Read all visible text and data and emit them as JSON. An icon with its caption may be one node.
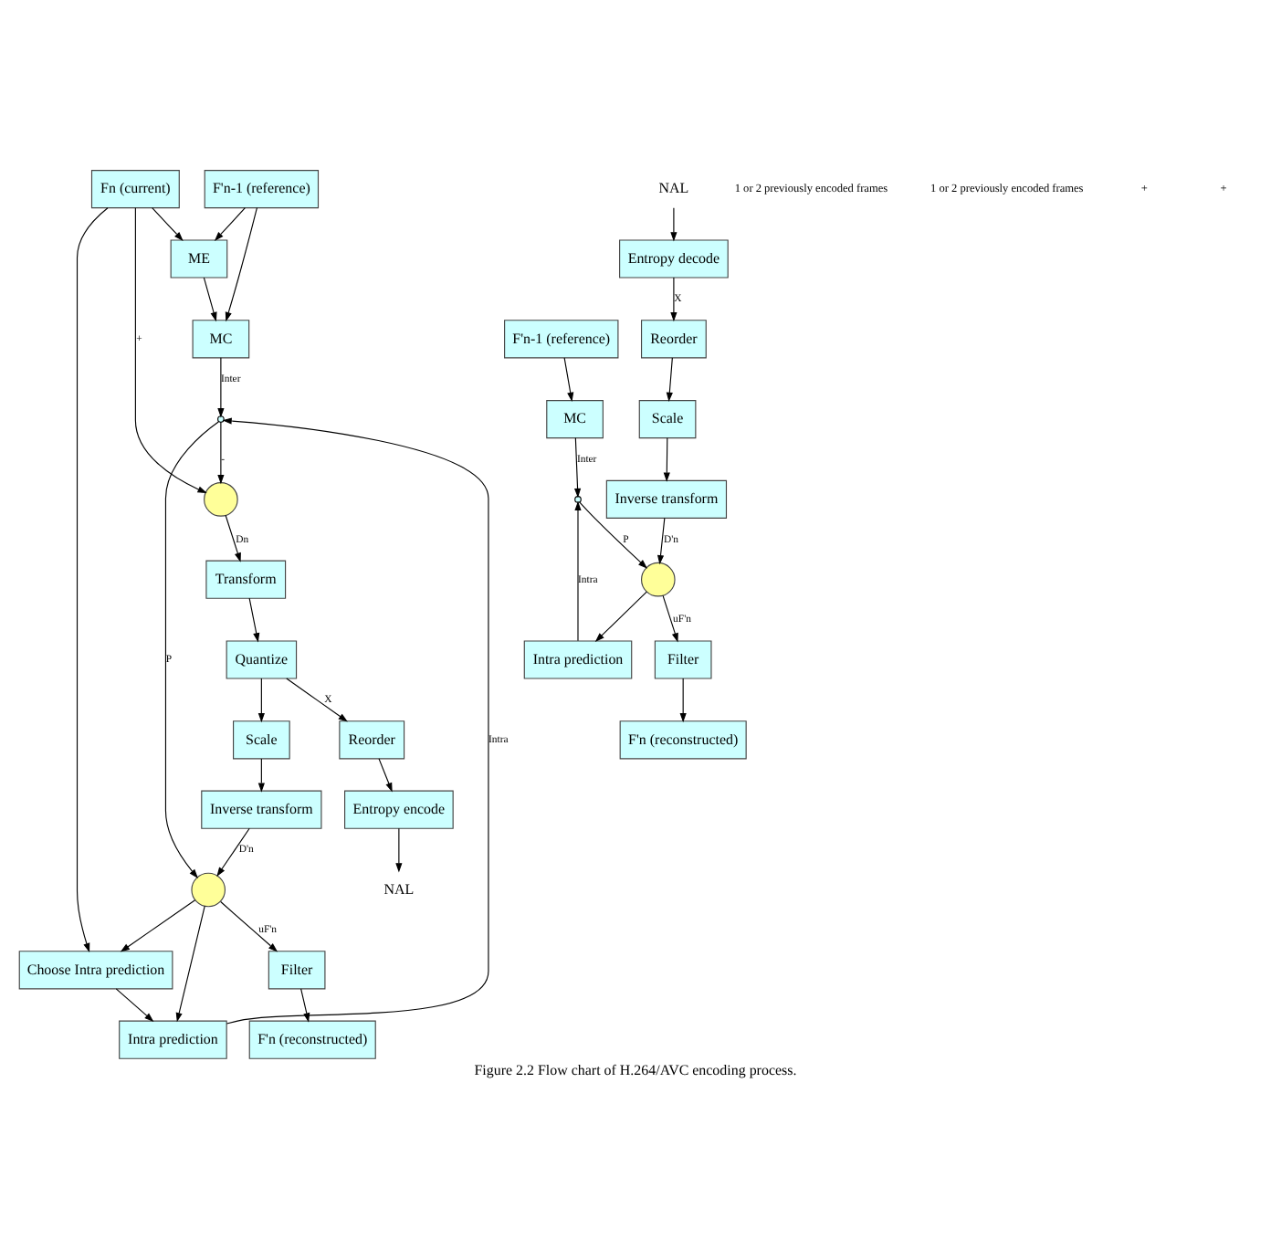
{
  "diagram": {
    "caption": "Figure 2.2 Flow chart of H.264/AVC encoding process.",
    "nodes": [
      {
        "text": [
          "Fn (current)"
        ]
      },
      {
        "text": [
          "ME"
        ]
      },
      {
        "text": [
          "F'n-1 (reference)"
        ]
      },
      {
        "text": [
          "MC"
        ]
      },
      {
        "text": [
          "Choose Intra prediction"
        ]
      },
      {
        "text": [
          "Intra prediction"
        ]
      },
      {
        "text": [],
        "shape": "circle"
      },
      {
        "text": [
          "Transform"
        ]
      },
      {
        "text": [
          "Quantize"
        ]
      },
      {
        "text": [
          "Reorder"
        ]
      },
      {
        "text": [
          "Entropy encode"
        ]
      },
      {
        "text": [
          "NAL"
        ]
      },
      {
        "text": [
          "F'n (reconstructed)"
        ]
      },
      {
        "text": [
          "Filter"
        ]
      },
      {
        "text": [],
        "shape": "circle"
      },
      {
        "text": [
          "Inverse transform"
        ]
      },
      {
        "text": [
          "Scale"
        ]
      },
      {
        "text": [],
        "shape": "switch"
      },
      {
        "text": [
          "F'n-1 (reference)"
        ]
      },
      {
        "text": [
          "MC"
        ]
      },
      {
        "text": [
          "Intra prediction"
        ]
      },
      {
        "text": [
          "NAL"
        ]
      },
      {
        "text": [
          "Entropy decode"
        ]
      },
      {
        "text": [],
        "shape": "switch"
      },
      {
        "text": [
          "F'n (reconstructed)"
        ]
      },
      {
        "text": [
          "Filter"
        ]
      },
      {
        "text": [],
        "shape": "circle"
      },
      {
        "text": [
          "Inverse transform"
        ]
      },
      {
        "text": [
          "Scale"
        ]
      },
      {
        "text": [
          "Reorder"
        ]
      }
    ],
    "edges": [
      {
        "from": 0,
        "to": 6,
        "arrow": "to",
        "label": "+"
      },
      {
        "from": 0,
        "to": 1,
        "arrow": "to"
      },
      {
        "from": 2,
        "to": 1,
        "arrow": "to"
      },
      {
        "from": 2,
        "to": 3,
        "arrow": "to"
      },
      {
        "from": 1,
        "to": 3,
        "arrow": "to"
      },
      {
        "from": 0,
        "to": 4,
        "arrow": "to"
      },
      {
        "from": 3,
        "to": 17,
        "arrow": "to",
        "label": "Inter"
      },
      {
        "from": 5,
        "to": 17,
        "arrow": "to",
        "label": "Intra"
      },
      {
        "from": 4,
        "to": 5,
        "arrow": "to"
      },
      {
        "from": 17,
        "to": 6,
        "arrow": "to",
        "label": "-"
      },
      {
        "from": 17,
        "to": 14,
        "arrow": "to",
        "label": "P"
      },
      {
        "from": 6,
        "to": 7,
        "arrow": "to",
        "label": "Dn"
      },
      {
        "from": 7,
        "to": 8,
        "arrow": "to"
      },
      {
        "from": 8,
        "to": 9,
        "arrow": "to",
        "label": "X"
      },
      {
        "from": 8,
        "to": 16,
        "arrow": "to"
      },
      {
        "from": 9,
        "to": 10,
        "arrow": "to"
      },
      {
        "from": 10,
        "to": 11,
        "arrow": "to"
      },
      {
        "from": 16,
        "to": 15,
        "arrow": "to"
      },
      {
        "from": 15,
        "to": 14,
        "arrow": "to",
        "label": "D'n"
      },
      {
        "from": 14,
        "to": 13,
        "arrow": "to",
        "label": "uF'n"
      },
      {
        "from": 14,
        "to": 5,
        "arrow": "to"
      },
      {
        "from": 14,
        "to": 4,
        "arrow": "to"
      },
      {
        "from": 13,
        "to": 12,
        "arrow": "to"
      },
      {
        "from": 18,
        "to": 19,
        "arrow": "to"
      },
      {
        "from": 19,
        "to": 23,
        "arrow": "to",
        "label": "Inter"
      },
      {
        "from": 20,
        "to": 23,
        "arrow": "to",
        "label": "Intra"
      },
      {
        "from": 23,
        "to": 26,
        "arrow": "to",
        "label": "P"
      },
      {
        "from": 21,
        "to": 22,
        "arrow": "to"
      },
      {
        "from": 22,
        "to": 29,
        "arrow": "to",
        "label": "X"
      },
      {
        "from": 29,
        "to": 28,
        "arrow": "to"
      },
      {
        "from": 28,
        "to": 27,
        "arrow": "to"
      },
      {
        "from": 27,
        "to": 26,
        "arrow": "to",
        "label": "D'n"
      },
      {
        "from": 26,
        "to": 25,
        "arrow": "to",
        "label": "uF'n"
      },
      {
        "from": 26,
        "to": 20,
        "arrow": "to"
      },
      {
        "from": 25,
        "to": 24,
        "arrow": "to"
      }
    ],
    "labels": [
      "1 or 2 previously encoded frames",
      "1 or 2 previously encoded frames",
      "+",
      "+"
    ]
  }
}
